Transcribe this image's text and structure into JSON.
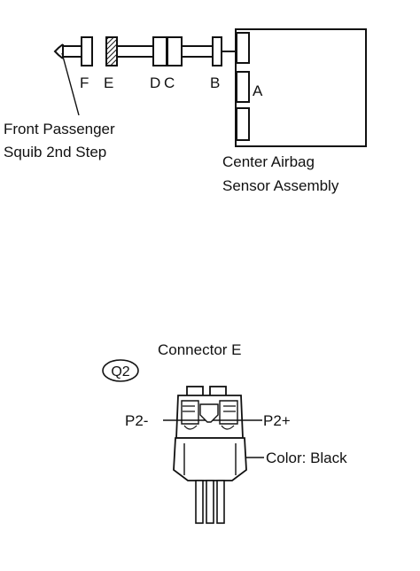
{
  "system_diagram": {
    "connector_labels": {
      "F": "F",
      "E": "E",
      "D": "D",
      "C": "C",
      "B": "B",
      "A": "A"
    },
    "squib_label": {
      "line1": "Front Passenger",
      "line2": "Squib 2nd Step"
    },
    "sensor_label": {
      "line1": "Center Airbag",
      "line2": "Sensor Assembly"
    }
  },
  "connector_detail": {
    "code": "Q2",
    "title": "Connector E",
    "pin_left": "P2-",
    "pin_right": "P2+",
    "color_note": "Color: Black"
  }
}
